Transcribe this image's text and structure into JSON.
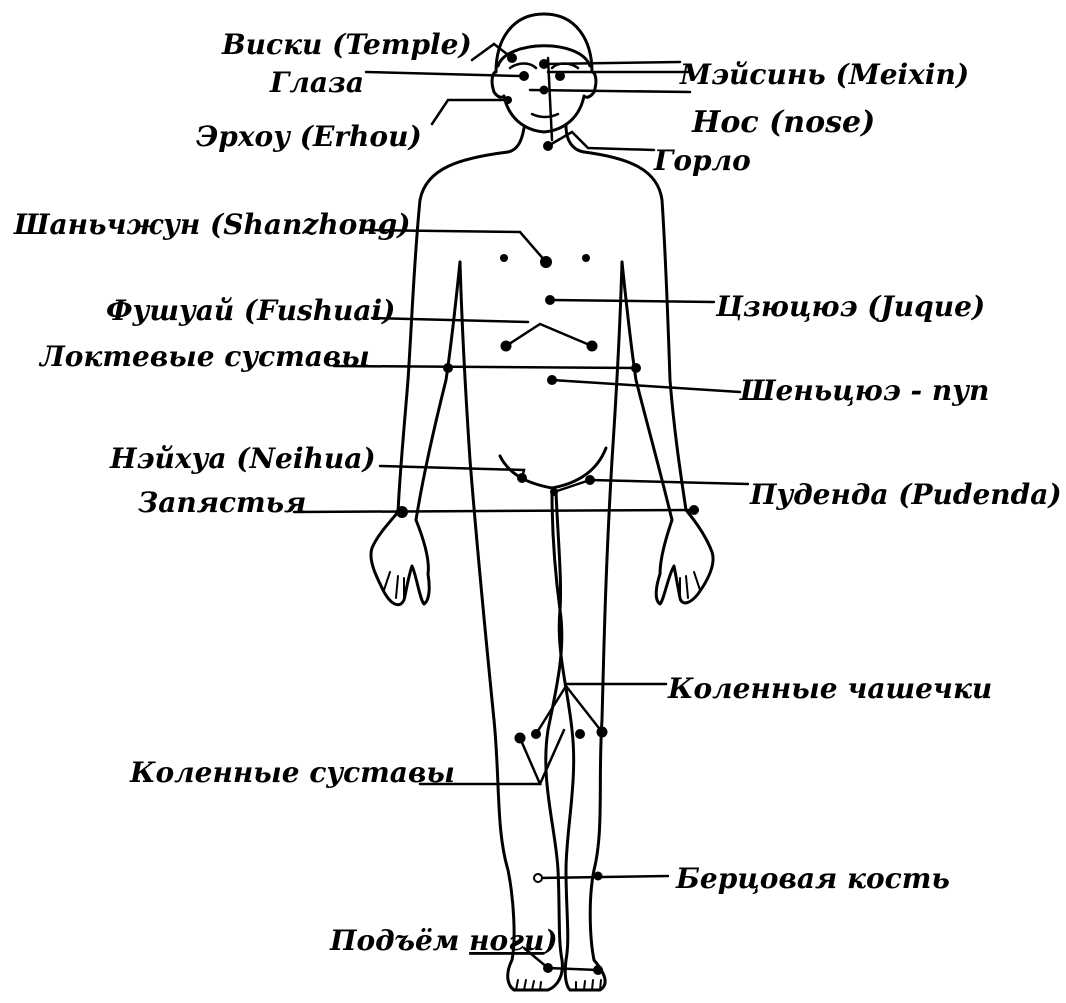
{
  "diagram": {
    "labels": {
      "temple": "Виски (Temple)",
      "eyes": "Глаза",
      "erhou": "Эрхоу (Erhou)",
      "shanzhong": "Шаньчжун (Shanzhong)",
      "fushuai": "Фушуай (Fushuai)",
      "elbows": "Локтевые суставы",
      "neihua": "Нэйхуа (Neihua)",
      "wrists": "Запястья",
      "knee_joints": "Коленные суставы",
      "instep_prefix": "Подъём ",
      "instep_underlined": "ноги",
      "meixin": "Мэйсинь (Meixin)",
      "nose": "Нос (nose)",
      "throat": "Горло",
      "juque": "Цзюцюэ (Juque)",
      "shenque": "Шеньцюэ - пуп",
      "pudenda": "Пуденда (Pudenda)",
      "kneecaps": "Коленные чашечки",
      "shinbone": "Берцовая кость"
    },
    "colors": {
      "ink": "#000000",
      "paper": "#ffffff"
    }
  }
}
